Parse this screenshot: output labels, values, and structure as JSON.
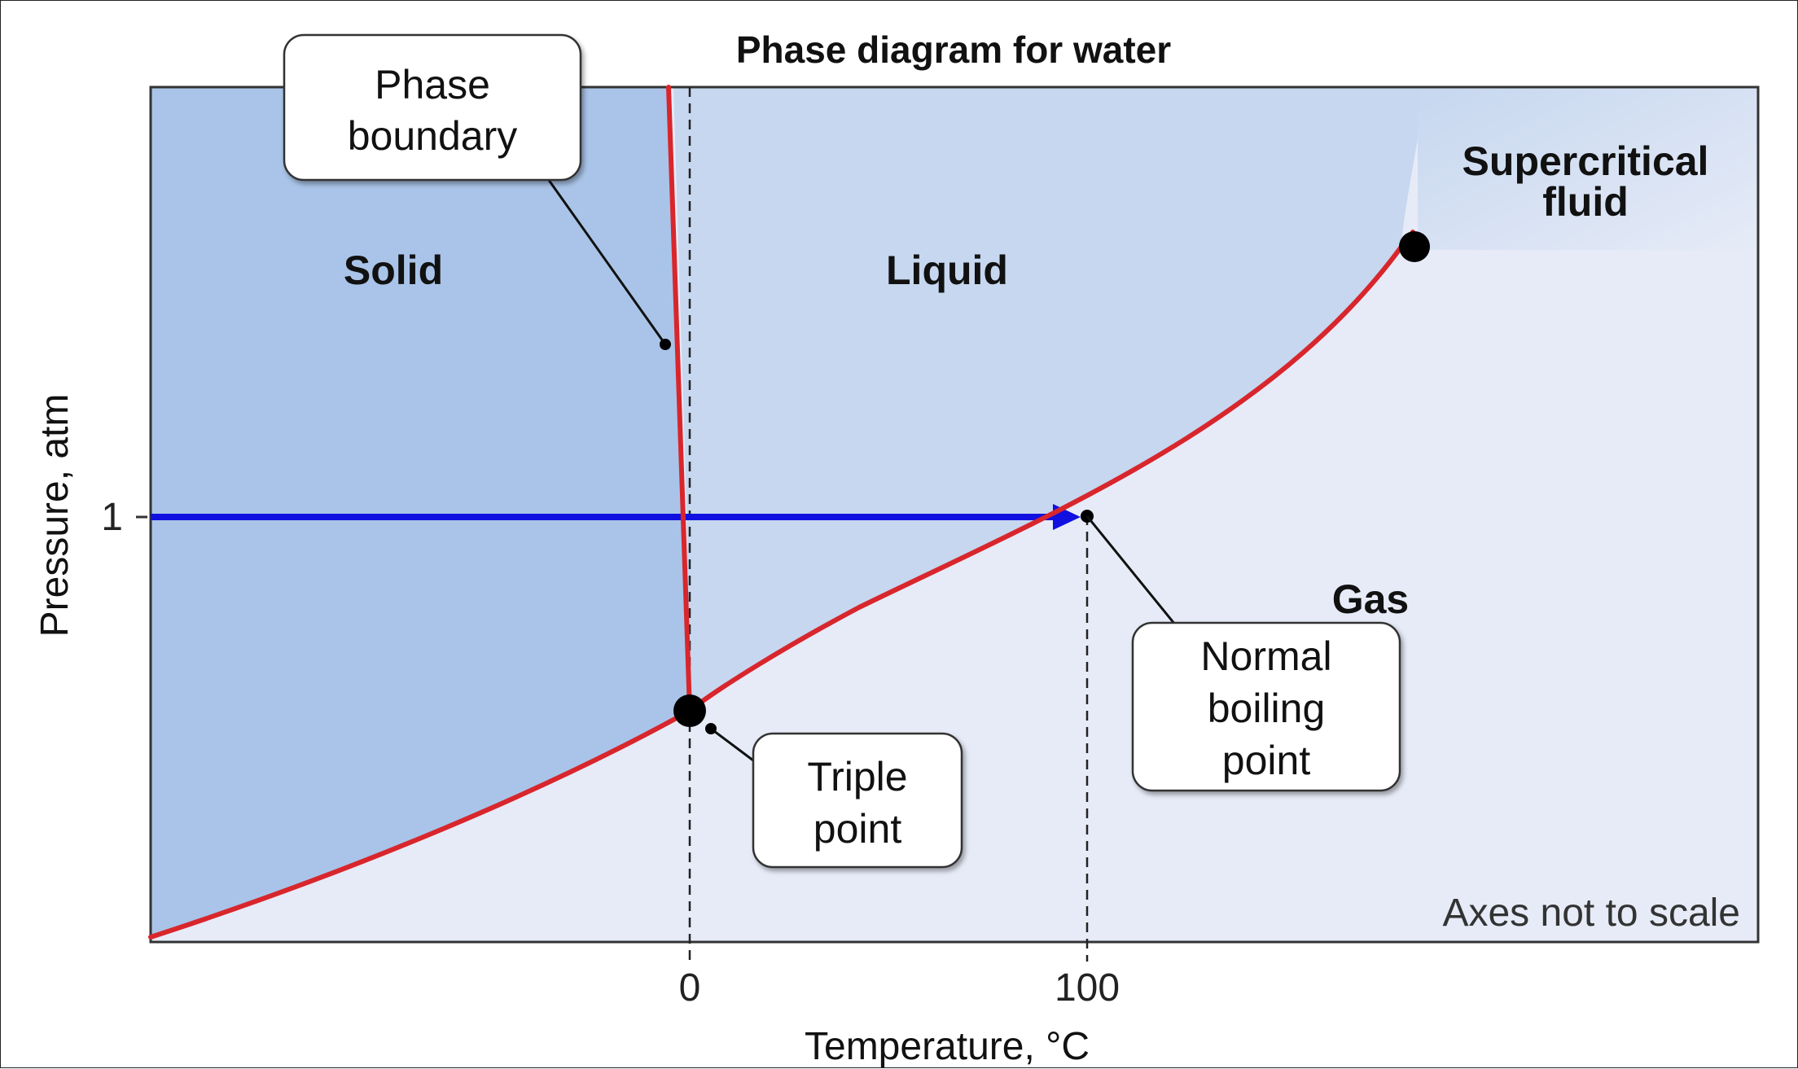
{
  "title": "Phase diagram for water",
  "regions": {
    "solid": "Solid",
    "liquid": "Liquid",
    "gas": "Gas",
    "supercritical_line1": "Supercritical",
    "supercritical_line2": "fluid"
  },
  "callouts": {
    "phase_boundary": [
      "Phase",
      "boundary"
    ],
    "triple_point": [
      "Triple",
      "point"
    ],
    "normal_boiling_point": [
      "Normal",
      "boiling",
      "point"
    ]
  },
  "axes": {
    "x_label": "Temperature, °C",
    "y_label": "Pressure, atm",
    "x_ticks": [
      "0",
      "100"
    ],
    "y_ticks": [
      "1"
    ]
  },
  "note": "Axes not to scale",
  "colors": {
    "solid_region": "#a9c4e8",
    "liquid_region": "#c6d7ef",
    "gas_region": "#e6ebf7",
    "phase_boundary_line": "#d8262c",
    "arrow": "#1010e0"
  }
}
